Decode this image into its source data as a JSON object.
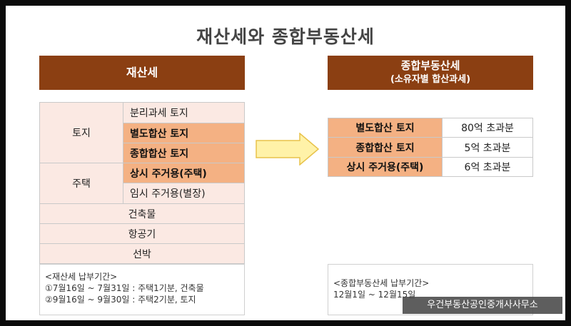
{
  "title": "재산세와 종합부동산세",
  "left": {
    "header": "재산세",
    "groups": [
      {
        "label": "토지",
        "items": [
          {
            "text": "분리과세 토지",
            "highlight": false
          },
          {
            "text": "별도합산 토지",
            "highlight": true
          },
          {
            "text": "종합합산 토지",
            "highlight": true
          }
        ]
      },
      {
        "label": "주택",
        "items": [
          {
            "text": "상시 주거용(주택)",
            "highlight": true
          },
          {
            "text": "임시 주거용(별장)",
            "highlight": false
          }
        ]
      }
    ],
    "rows": [
      "건축물",
      "항공기",
      "선박"
    ],
    "note": {
      "title": "<재산세 납부기간>",
      "lines": [
        "①7월16일 ~ 7월31일 : 주택1기분, 건축물",
        "②9월16일 ~ 9월30일 : 주택2기분, 토지"
      ]
    }
  },
  "right": {
    "header": "종합부동산세",
    "subheader": "(소유자별 합산과세)",
    "rows": [
      {
        "label": "별도합산 토지",
        "value": "80억 초과분"
      },
      {
        "label": "종합합산 토지",
        "value": "5억 초과분"
      },
      {
        "label": "상시 주거용(주택)",
        "value": "6억 초과분"
      }
    ],
    "note": {
      "title": "<종합부동산세 납부기간>",
      "lines": [
        "12월1일 ~ 12월15일"
      ]
    }
  },
  "watermark": "우건부동산공인중개사사무소",
  "colors": {
    "header_bg": "#8b3f12",
    "cell_bg": "#fbe9e3",
    "highlight_bg": "#f4b183",
    "arrow_fill": "#fff2a8",
    "arrow_stroke": "#e8c24a"
  }
}
